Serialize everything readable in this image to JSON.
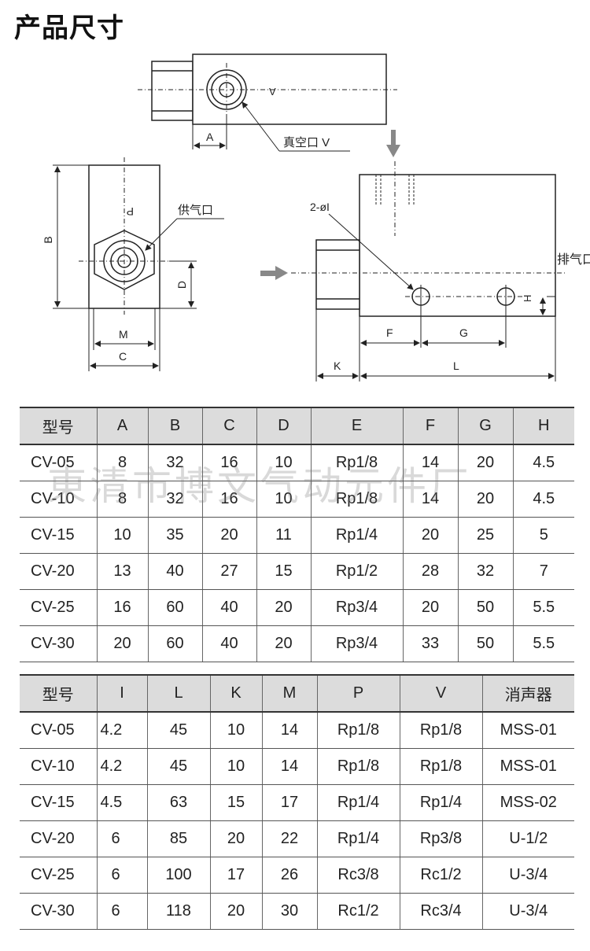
{
  "title": "产品尺寸",
  "drawing": {
    "labels": {
      "v": "V",
      "a": "A",
      "vacuum_port": "真空口 V",
      "b": "B",
      "p": "P",
      "supply_port": "供气口",
      "d": "D",
      "m": "M",
      "c": "C",
      "hole": "2-øI",
      "exhaust": "排气口",
      "h": "H",
      "f": "F",
      "g": "G",
      "k": "K",
      "l": "L"
    }
  },
  "watermark": "東清市博文气动元件厂",
  "table1": {
    "headers": [
      "型号",
      "A",
      "B",
      "C",
      "D",
      "E",
      "F",
      "G",
      "H"
    ],
    "rows": [
      [
        "CV-05",
        "8",
        "32",
        "16",
        "10",
        "Rp1/8",
        "14",
        "20",
        "4.5"
      ],
      [
        "CV-10",
        "8",
        "32",
        "16",
        "10",
        "Rp1/8",
        "14",
        "20",
        "4.5"
      ],
      [
        "CV-15",
        "10",
        "35",
        "20",
        "11",
        "Rp1/4",
        "20",
        "25",
        "5"
      ],
      [
        "CV-20",
        "13",
        "40",
        "27",
        "15",
        "Rp1/2",
        "28",
        "32",
        "7"
      ],
      [
        "CV-25",
        "16",
        "60",
        "40",
        "20",
        "Rp3/4",
        "20",
        "50",
        "5.5"
      ],
      [
        "CV-30",
        "20",
        "60",
        "40",
        "20",
        "Rp3/4",
        "33",
        "50",
        "5.5"
      ]
    ]
  },
  "table2": {
    "headers": [
      "型号",
      "I",
      "L",
      "K",
      "M",
      "P",
      "V",
      "消声器"
    ],
    "rows": [
      [
        "CV-05",
        "4.2",
        "45",
        "10",
        "14",
        "Rp1/8",
        "Rp1/8",
        "MSS-01"
      ],
      [
        "CV-10",
        "4.2",
        "45",
        "10",
        "14",
        "Rp1/8",
        "Rp1/8",
        "MSS-01"
      ],
      [
        "CV-15",
        "4.5",
        "63",
        "15",
        "17",
        "Rp1/4",
        "Rp1/4",
        "MSS-02"
      ],
      [
        "CV-20",
        "6",
        "85",
        "20",
        "22",
        "Rp1/4",
        "Rp3/8",
        "U-1/2"
      ],
      [
        "CV-25",
        "6",
        "100",
        "17",
        "26",
        "Rc3/8",
        "Rc1/2",
        "U-3/4"
      ],
      [
        "CV-30",
        "6",
        "118",
        "20",
        "30",
        "Rc1/2",
        "Rc3/4",
        "U-3/4"
      ]
    ]
  }
}
